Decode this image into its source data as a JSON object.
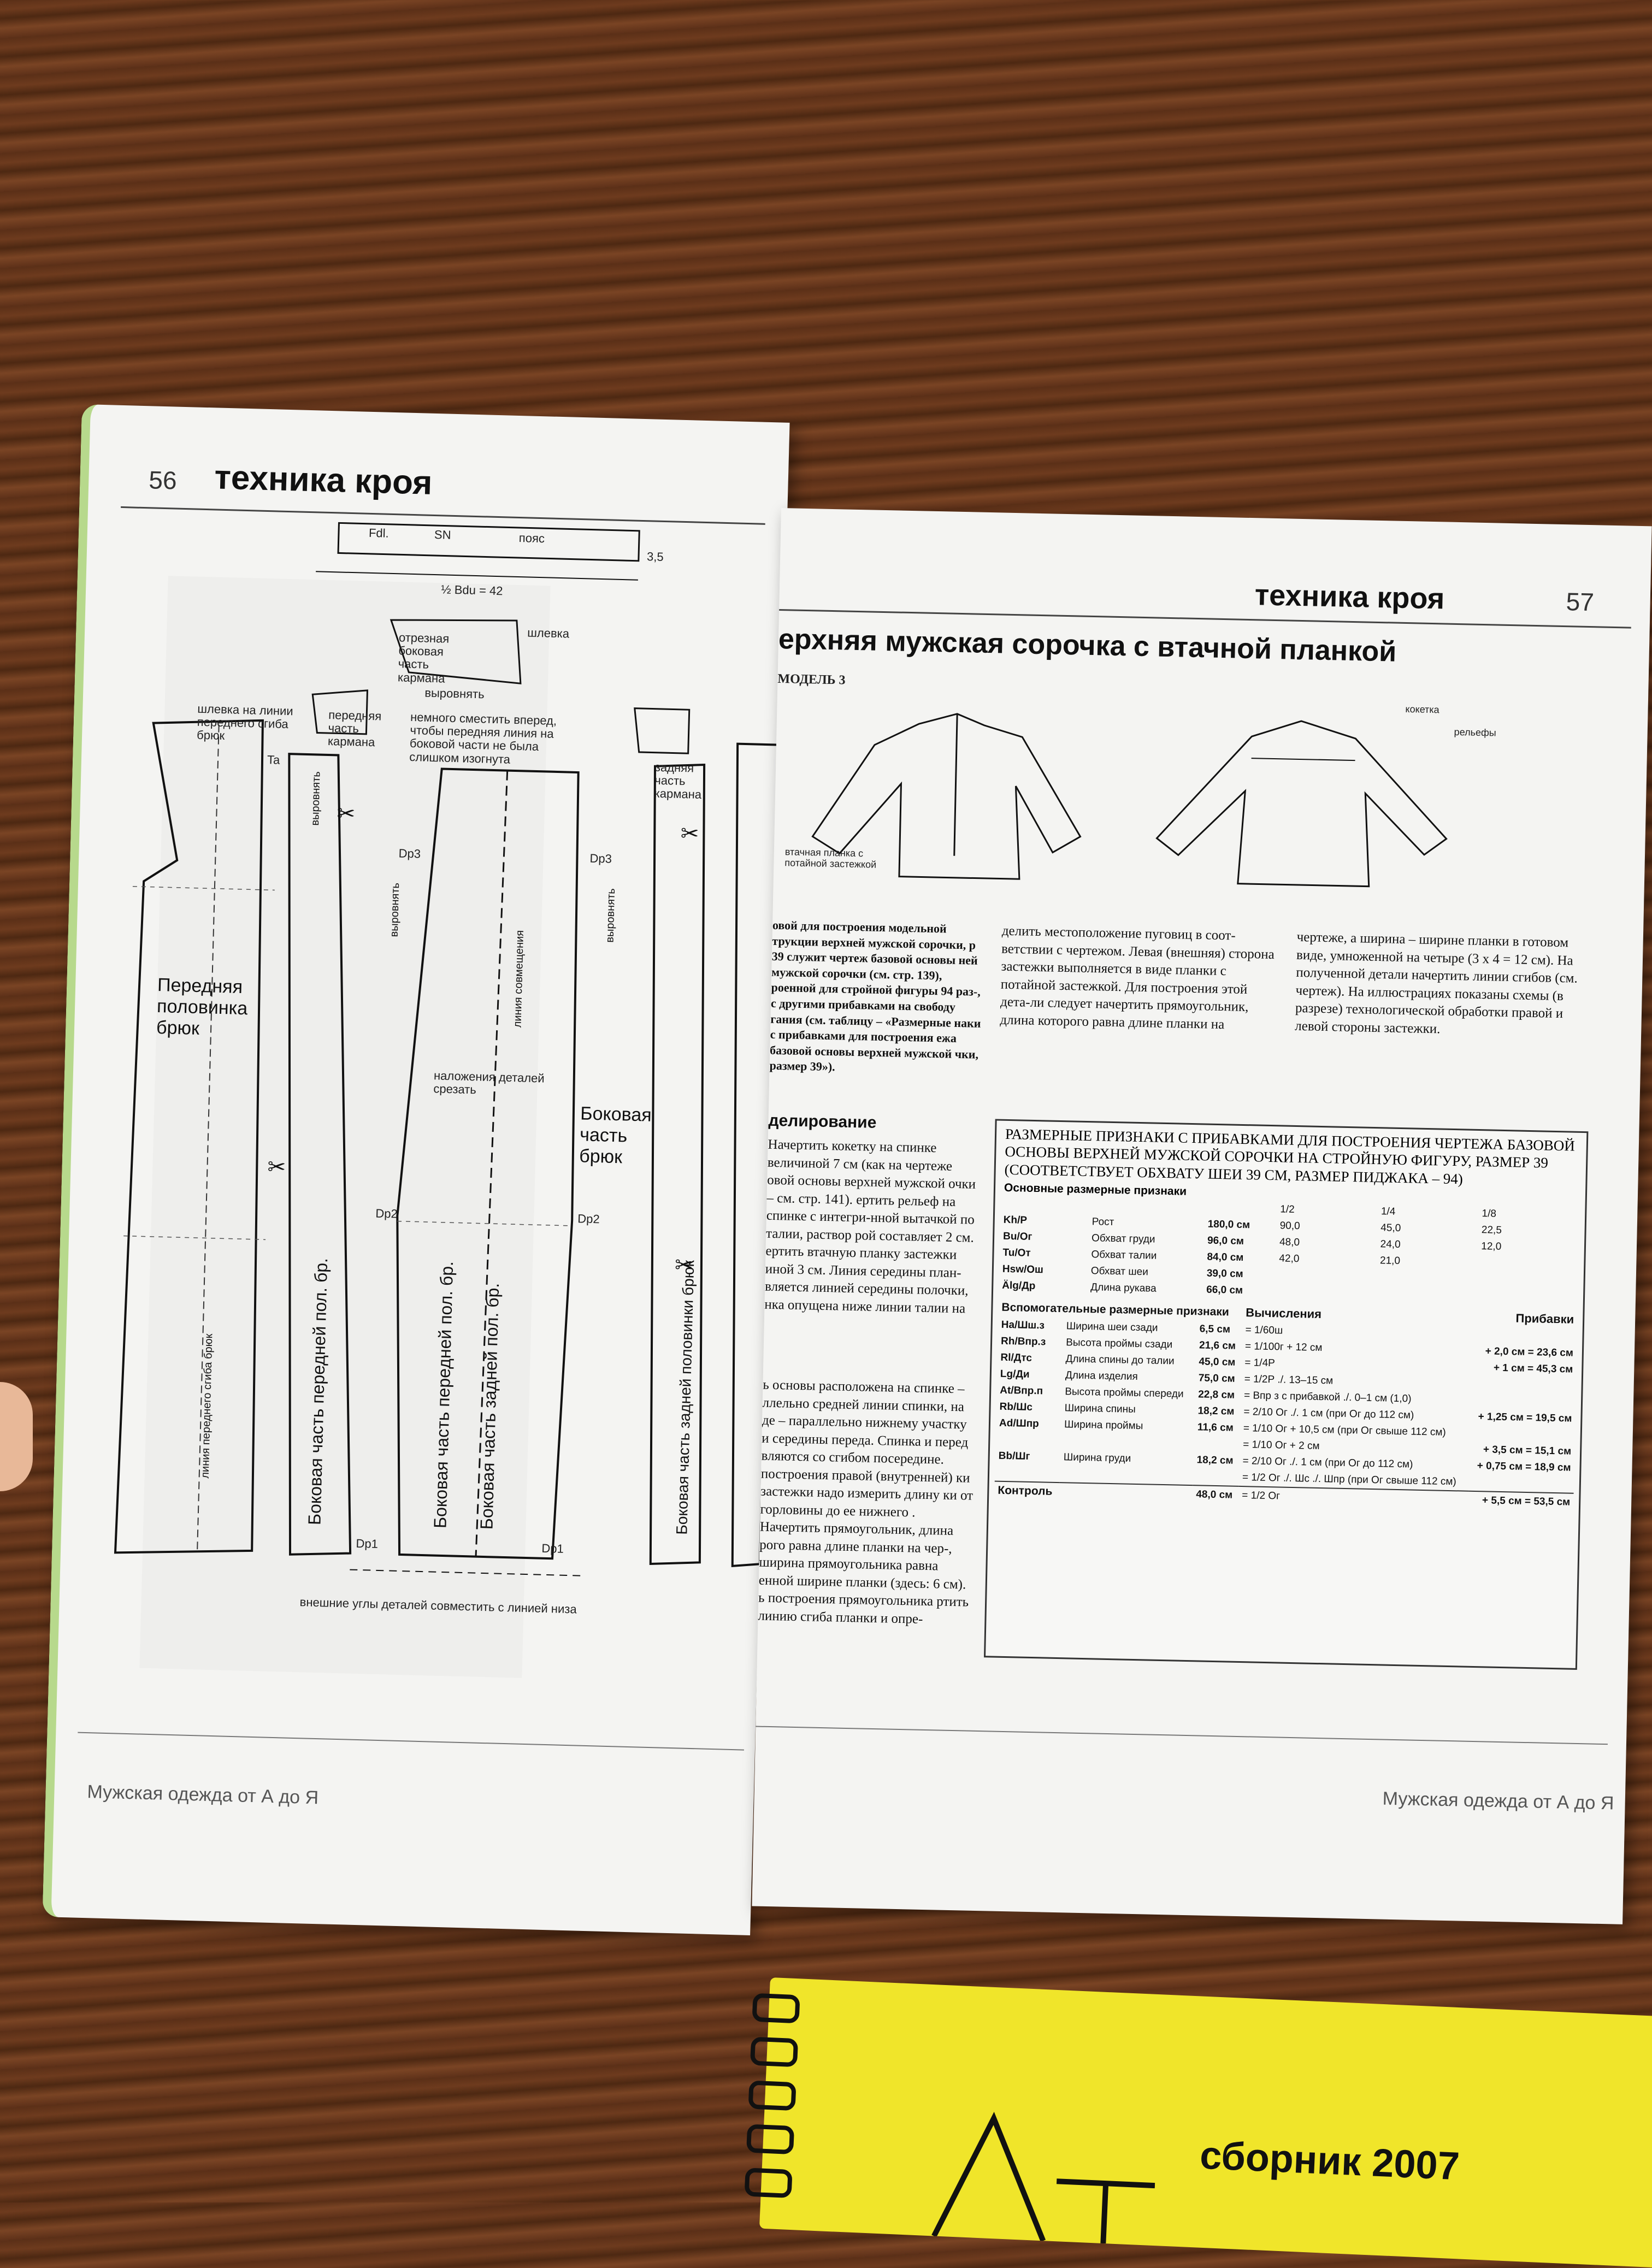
{
  "left_page": {
    "page_number": "56",
    "section_title": "техника кроя",
    "footer": "Мужская одежда от А до Я",
    "diagram_labels": {
      "waistband": "пояс",
      "fdl": "Fdl.",
      "sn": "SN",
      "half_bdu": "½ Bdu = 42",
      "dim_35": "3,5",
      "belt_loop": "шлевка",
      "cut_side_pocket": "отрезная боковая часть кармана",
      "align_top": "выровнять",
      "belt_loop_front_crease": "шлевка на линии переднего сгиба брюк",
      "front_pocket": "передняя часть кармана",
      "shift_note": "немного сместить вперед, чтобы передняя линия на боковой части не была слишком изогнута",
      "back_pocket": "задняя часть кармана",
      "front_half": "Передняя половинка брюк",
      "overlap_cut": "наложения деталей срезать",
      "side_part": "Боковая часть брюк",
      "align_left": "выровнять",
      "align_mid": "выровнять",
      "align_right": "выровнять",
      "dp3_left": "Dp3",
      "dp3_right": "Dp3",
      "dp2_left": "Dp2",
      "dp2_right": "Dp2",
      "dp1_left": "Dp1",
      "dp1_right": "Dp1",
      "ta": "Ta",
      "front_crease_line": "линия переднего сгиба брюк",
      "side_front_half": "Боковая часть передней пол. бр.",
      "side_front_half_2": "Боковая часть передней пол. бр.",
      "side_back_half": "Боковая часть задней пол. бр.",
      "side_back_half_full": "Боковая часть задней половинки брюк",
      "combine_line": "линия совмещения",
      "bottom_note": "внешние углы деталей совместить с линией низа"
    }
  },
  "right_page": {
    "page_number": "57",
    "section_title": "техника кроя",
    "footer": "Мужская одежда от А до Я",
    "article_title": "ерхняя мужская сорочка с втачной планкой",
    "model": "МОДЕЛЬ 3",
    "labels": {
      "placket": "втачная планка с потайной застежкой",
      "yoke": "кокетка",
      "reliefs": "рельефы"
    },
    "col1_text": "овой для построения модельной трукции верхней мужской сорочки, р 39 служит чертеж базовой основы ней мужской сорочки (см. стр. 139), роенной для стройной фигуры 94 раз-, с другими прибавками на свободу гания (см. таблицу – «Размерные наки с прибавками для построения ежа базовой основы верхней мужской чки, размер 39»).",
    "subheading": "делирование",
    "col1_text2": "Начертить кокетку на спинке величиной 7 см (как на чертеже овой основы верхней мужской очки – см. стр. 141). ертить рельеф на спинке с интегри-нной вытачкой по талии, раствор рой составляет 2 см. ертить втачную планку застежки иной 3 см. Линия середины план-вляется линией середины полочки, нка опущена ниже линии талии на",
    "col1_text3": "ь основы расположена на спинке – ллельно средней линии спинки, на де – параллельно нижнему участку и середины переда. Спинка и перед вляются со сгибом посередине. построения правой (внутренней) ки застежки надо измерить длину ки от горловины до ее нижнего . Начертить прямоугольник, длина рого равна длине планки на чер-, ширина прямоугольника равна енной ширине планки (здесь: 6 см). ь построения прямоугольника ртить линию сгиба планки и опре-",
    "col2_text": "делить местоположение пуговиц в соот-ветствии с чертежом. Левая (внешняя) сторона застежки выполняется в виде планки с потайной застежкой. Для построения этой дета-ли следует начертить прямоугольник, длина которого равна длине планки на",
    "col3_text": "чертеже, а ширина – ширине планки в готовом виде, умноженной на четыре (3 х 4 = 12 см). На полученной детали начертить линии сгибов (см. чертеж). На иллюстрациях показаны схемы (в разрезе) технологической обработки правой и левой стороны застежки.",
    "table": {
      "title": "РАЗМЕРНЫЕ ПРИЗНАКИ С ПРИБАВКАМИ ДЛЯ ПОСТРОЕНИЯ ЧЕРТЕЖА БАЗОВОЙ ОСНОВЫ ВЕРХНЕЙ МУЖСКОЙ СОРОЧКИ НА СТРОЙНУЮ ФИГУРУ, РАЗМЕР 39 (СООТВЕТСТВУЕТ ОБХВАТУ ШЕИ 39 СМ, РАЗМЕР ПИДЖАКА – 94)",
      "basic_header": "Основные размерные признаки",
      "fraction_headers": [
        "1/2",
        "1/4",
        "1/8"
      ],
      "basic_rows": [
        {
          "code": "Kh/P",
          "name": "Рост",
          "value": "180,0 см",
          "f2": "90,0",
          "f4": "45,0",
          "f8": "22,5"
        },
        {
          "code": "Bu/Ог",
          "name": "Обхват груди",
          "value": "96,0 см",
          "f2": "48,0",
          "f4": "24,0",
          "f8": "12,0"
        },
        {
          "code": "Tu/От",
          "name": "Обхват талии",
          "value": "84,0 см",
          "f2": "42,0",
          "f4": "21,0",
          "f8": ""
        },
        {
          "code": "Hsw/Ош",
          "name": "Обхват шеи",
          "value": "39,0 см",
          "f2": "",
          "f4": "",
          "f8": ""
        },
        {
          "code": "Älg/Др",
          "name": "Длина рукава",
          "value": "66,0 см",
          "f2": "",
          "f4": "",
          "f8": ""
        }
      ],
      "aux_header": "Вспомогательные размерные признаки",
      "calc_header": "Вычисления",
      "allow_header": "Прибавки",
      "aux_rows": [
        {
          "code": "Ha/Шш.з",
          "name": "Ширина шеи сзади",
          "value": "6,5 см",
          "calc": "= 1/60ш",
          "allow": ""
        },
        {
          "code": "Rh/Впр.з",
          "name": "Высота проймы сзади",
          "value": "21,6 см",
          "calc": "= 1/100г + 12 см",
          "allow": "+ 2,0 см = 23,6 см"
        },
        {
          "code": "Rl/Дтс",
          "name": "Длина спины до талии",
          "value": "45,0 см",
          "calc": "= 1/4Р",
          "allow": "+ 1 см = 45,3 см"
        },
        {
          "code": "Lg/Ди",
          "name": "Длина изделия",
          "value": "75,0 см",
          "calc": "= 1/2Р ./. 13–15 см",
          "allow": ""
        },
        {
          "code": "At/Впр.п",
          "name": "Высота проймы спереди",
          "value": "22,8 см",
          "calc": "= Впр з с прибавкой ./. 0–1 см (1,0)",
          "allow": ""
        },
        {
          "code": "Rb/Шс",
          "name": "Ширина спины",
          "value": "18,2 см",
          "calc": "= 2/10 Ог ./. 1 см (при Ог до 112 см)",
          "allow": "+ 1,25 см = 19,5 см"
        },
        {
          "code": "Ad/Шпр",
          "name": "Ширина проймы",
          "value": "11,6 см",
          "calc": "= 1/10 Ог + 10,5 см (при Ог свыше 112 см)",
          "allow": ""
        },
        {
          "code": "",
          "name": "",
          "value": "",
          "calc": "= 1/10 Ог + 2 см",
          "allow": "+ 3,5 см = 15,1 см"
        },
        {
          "code": "Bb/Шг",
          "name": "Ширина груди",
          "value": "18,2 см",
          "calc": "= 2/10 Ог ./. 1 см (при Ог до 112 см)",
          "allow": "+ 0,75 см = 18,9 см"
        },
        {
          "code": "",
          "name": "",
          "value": "",
          "calc": "= 1/2 Ог ./. Шс ./. Шпр (при Ог свыше 112 см)",
          "allow": ""
        },
        {
          "code": "Контроль",
          "name": "",
          "value": "48,0 см",
          "calc": "= 1/2 Ог",
          "allow": "+ 5,5 см = 53,5 см"
        }
      ]
    }
  },
  "binder": {
    "cover_text": "сборник 2007"
  }
}
